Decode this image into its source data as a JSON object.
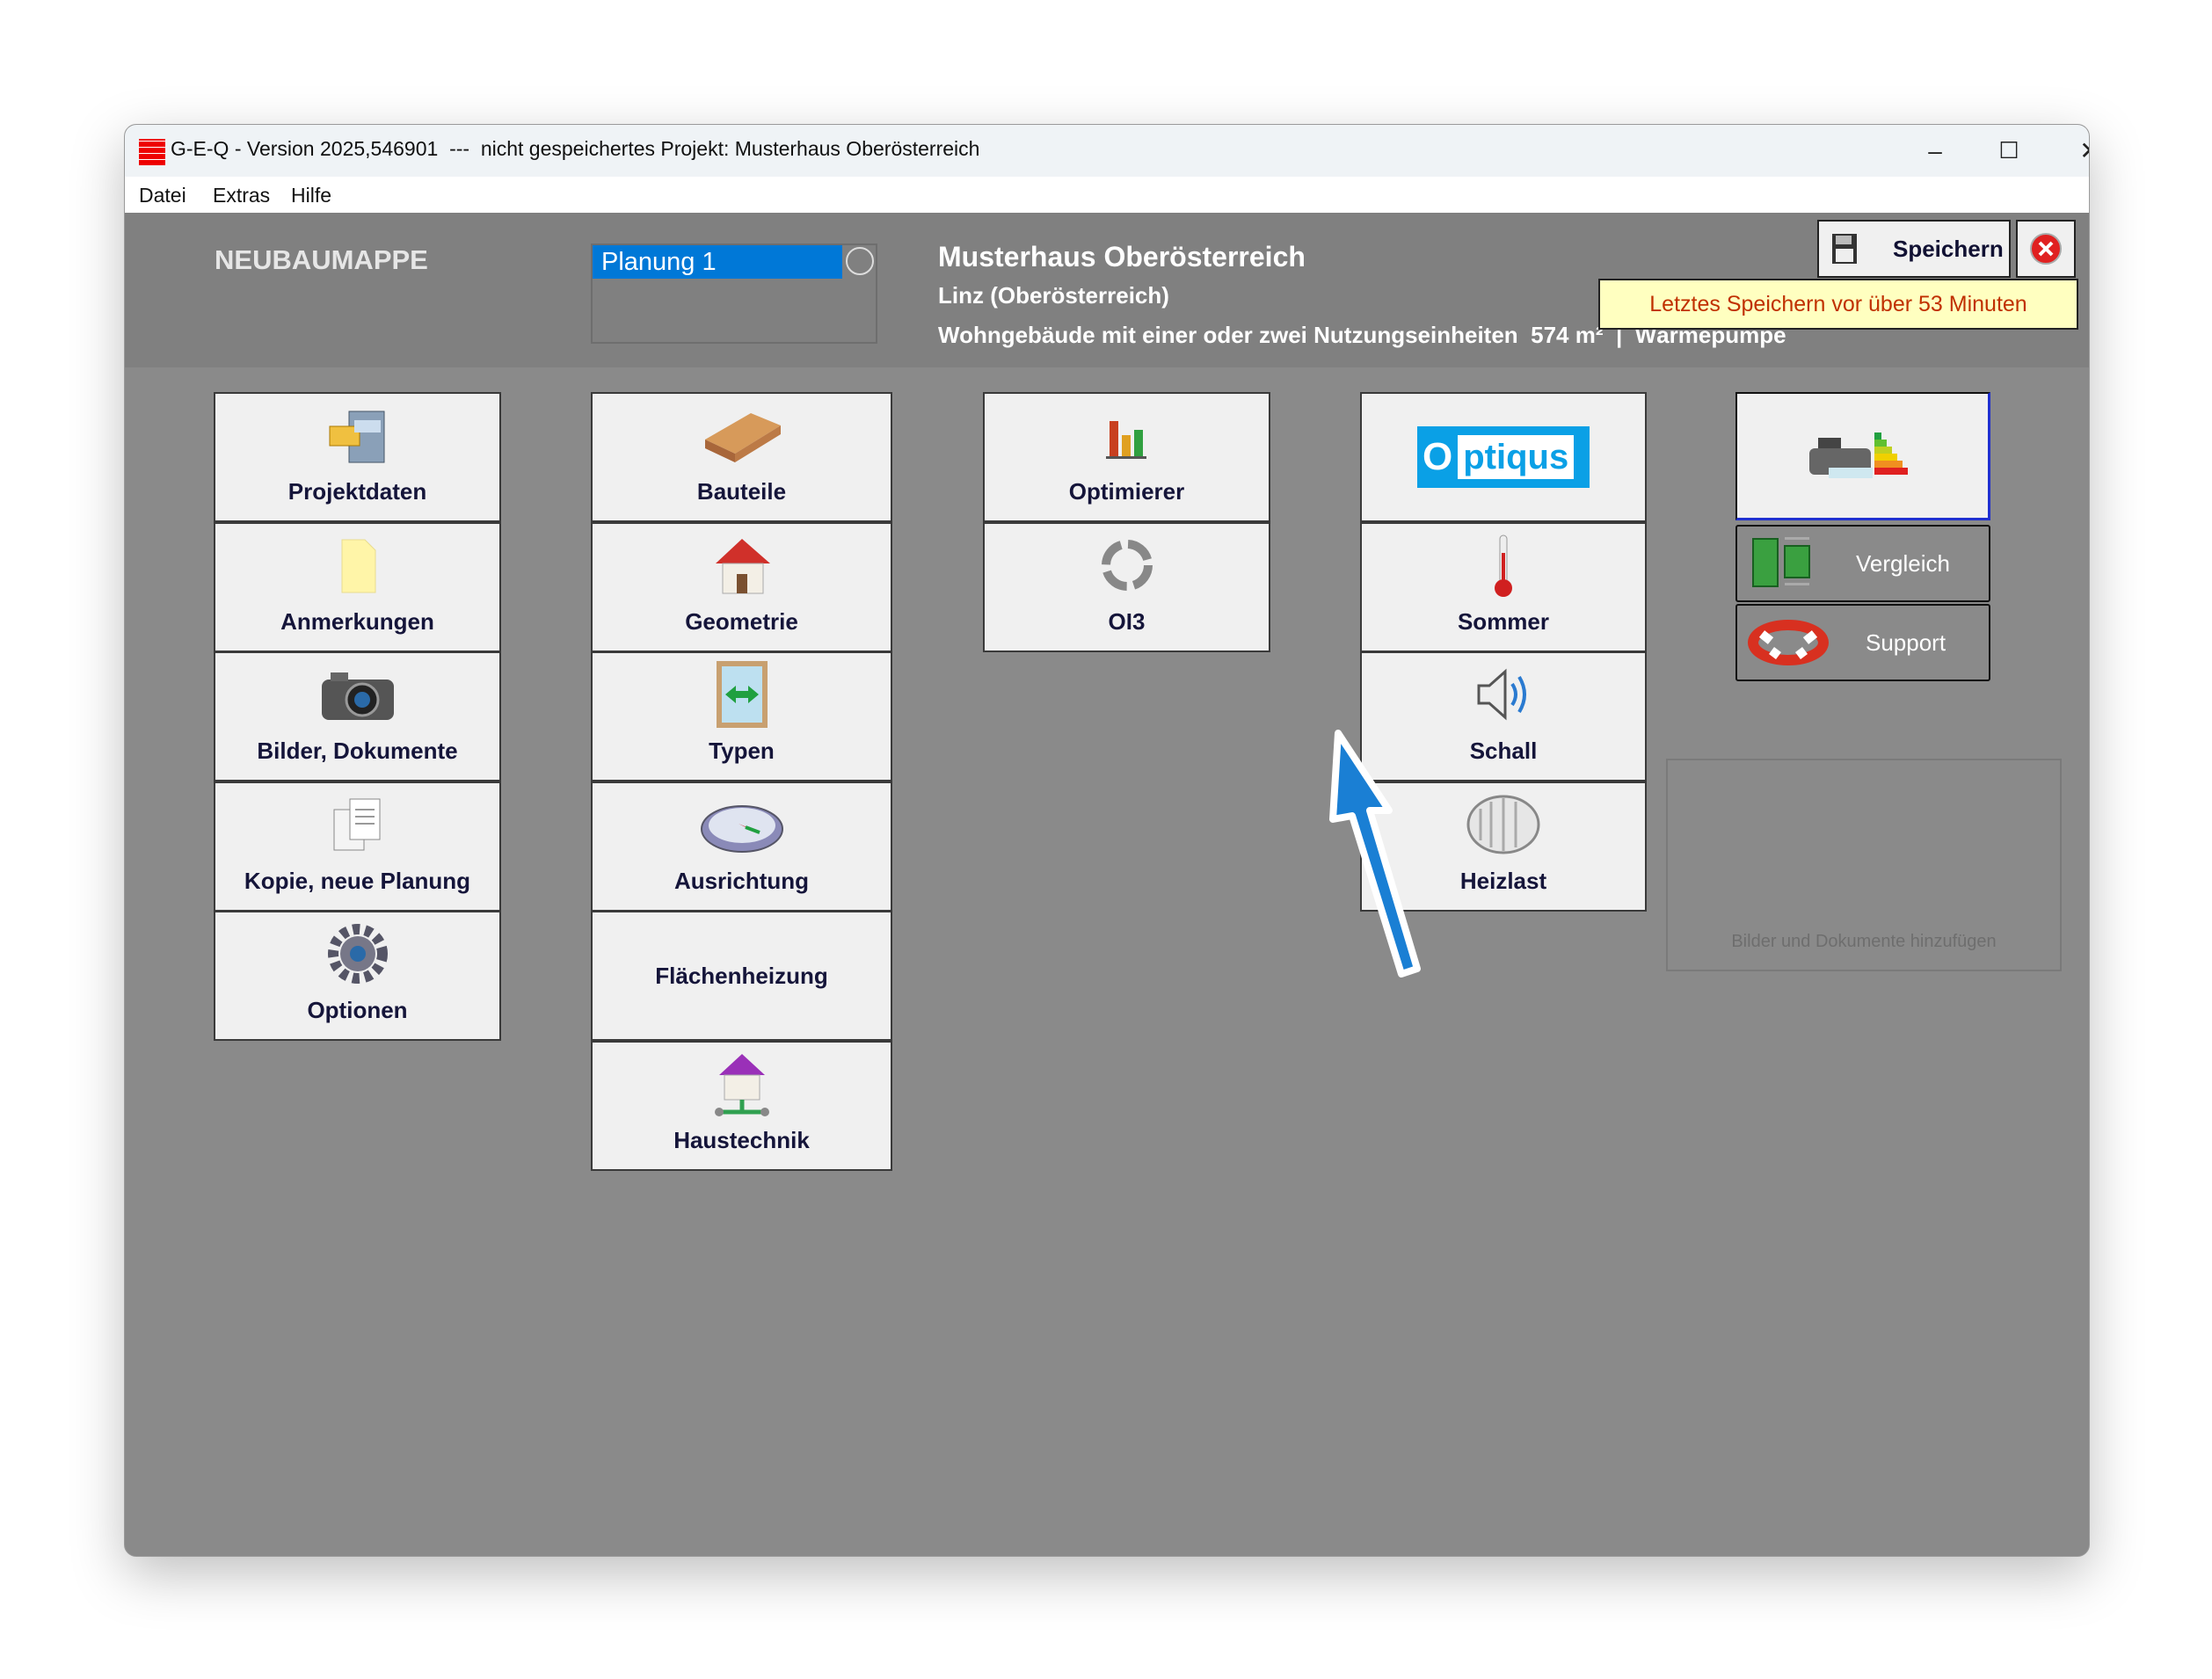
{
  "window": {
    "title": "G-E-Q - Version 2025,546901  ---  nicht gespeichertes Projekt: Musterhaus Oberösterreich",
    "minimize": "–",
    "maximize": "☐",
    "close": "✕"
  },
  "menu": [
    "Datei",
    "Extras",
    "Hilfe"
  ],
  "header": {
    "folder": "NEUBAUMAPPE",
    "plans": [
      "Planung 1"
    ],
    "project_name": "Musterhaus Oberösterreich",
    "location": "Linz (Oberösterreich)",
    "details": "Wohngebäude mit einer oder zwei Nutzungseinheiten  574 m²  |  Wärmepumpe",
    "save_label": "Speichern",
    "save_tooltip": "Letztes Speichern vor über 53 Minuten"
  },
  "col1": [
    "Projektdaten",
    "Anmerkungen",
    "Bilder, Dokumente",
    "Kopie, neue Planung",
    "Optionen"
  ],
  "col2": [
    "Bauteile",
    "Geometrie",
    "Typen",
    "Ausrichtung",
    "Flächenheizung",
    "Haustechnik"
  ],
  "col3": [
    "Optimierer",
    "OI3"
  ],
  "col4": {
    "logo_o": "O",
    "logo_rest": "ptiqus",
    "items": [
      "Sommer",
      "Schall",
      "Heizlast"
    ]
  },
  "side": {
    "compare": "Vergleich",
    "support": "Support",
    "dropzone": "Bilder und Dokumente hinzufügen"
  },
  "colors": {
    "accent": "#0078d7",
    "header_bg": "#808080",
    "content_bg": "#8a8a8a",
    "tooltip_bg": "#ffffc0",
    "arrow": "#1a7fd4"
  }
}
